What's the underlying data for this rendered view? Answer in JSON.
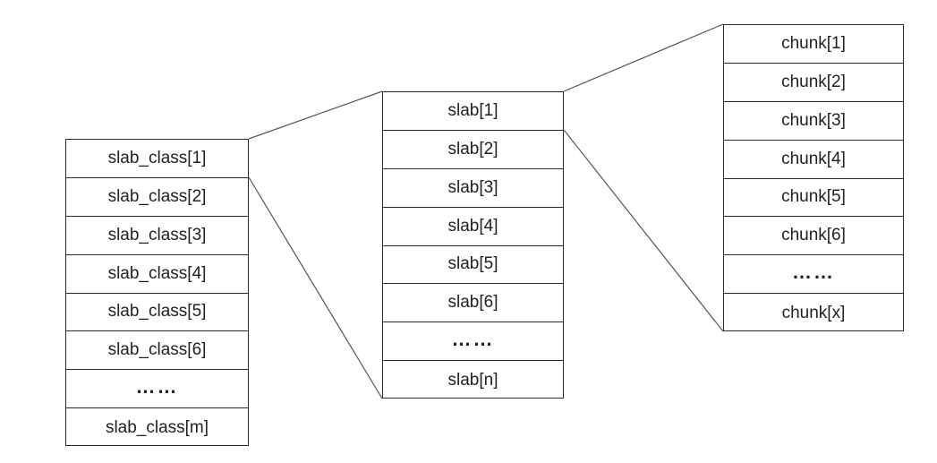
{
  "slab_classes": [
    "slab_class[1]",
    "slab_class[2]",
    "slab_class[3]",
    "slab_class[4]",
    "slab_class[5]",
    "slab_class[6]",
    "……",
    "slab_class[m]"
  ],
  "slabs": [
    "slab[1]",
    "slab[2]",
    "slab[3]",
    "slab[4]",
    "slab[5]",
    "slab[6]",
    "……",
    "slab[n]"
  ],
  "chunks": [
    "chunk[1]",
    "chunk[2]",
    "chunk[3]",
    "chunk[4]",
    "chunk[5]",
    "chunk[6]",
    "……",
    "chunk[x]"
  ],
  "colors": {
    "line": "#2a2a2a",
    "text": "#222222",
    "background": "#ffffff"
  }
}
